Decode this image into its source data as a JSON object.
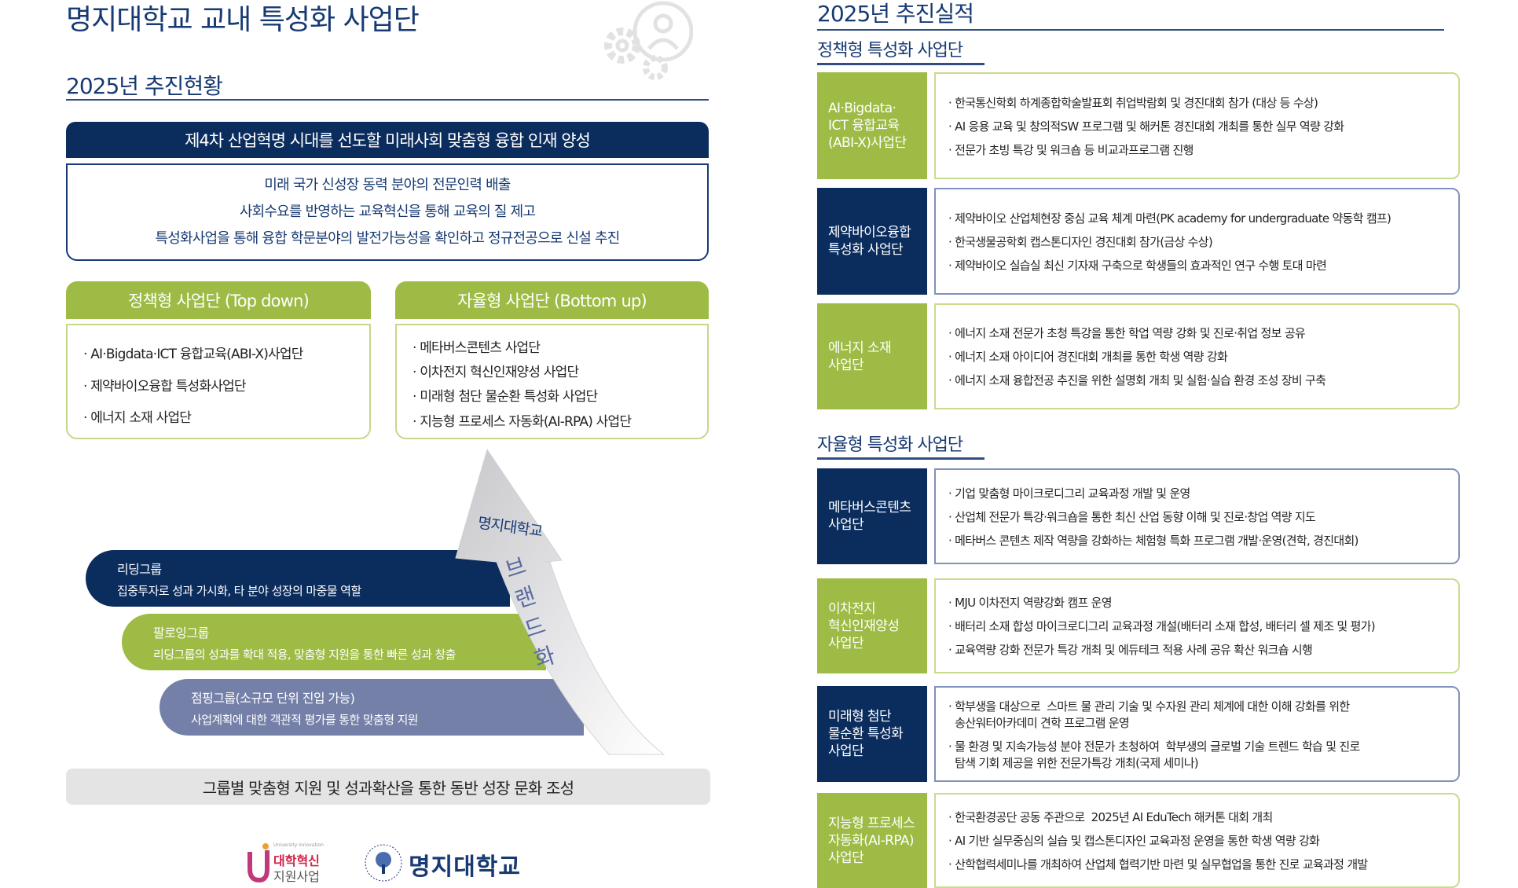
{
  "left": {
    "title": "명지대학교 교내 특성화 사업단",
    "subtitle": "2025년 추진현황",
    "banner": "제4차 산업혁명 시대를 선도할 미래사회 맞춤형 융합 인재 양성",
    "goals": [
      "미래 국가 신성장 동력 분야의 전문인력 배출",
      "사회수요를 반영하는 교육혁신을 통해 교육의 질 제고",
      "특성화사업을 통해 융합 학문분야의 발전가능성을 확인하고 정규전공으로 신설 추진"
    ],
    "policy": {
      "title": "정책형 사업단  (Top down)",
      "items": [
        "· AI·Bigdata·ICT 융합교육(ABI-X)사업단",
        "· 제약바이오융합 특성화사업단",
        "· 에너지 소재 사업단"
      ]
    },
    "autonomous": {
      "title": "자율형 사업단  (Bottom up)",
      "items": [
        "· 메타버스콘텐츠 사업단",
        "· 이차전지 혁신인재양성 사업단",
        "· 미래형 첨단 물순환 특성화 사업단",
        "· 지능형 프로세스 자동화(AI-RPA) 사업단"
      ]
    },
    "arrow": {
      "top": "명지대학교",
      "body": "브랜드화"
    },
    "groups": [
      {
        "title": "리딩그룹",
        "desc": "집중투자로 성과 가시화, 타 분야 성장의 마중물 역할"
      },
      {
        "title": "팔로잉그룹",
        "desc": "리딩그룹의 성과를 확대 적용, 맞춤형 지원을 통한 빠른 성과 창출"
      },
      {
        "title": "점핑그룹(소규모 단위 진입 가능)",
        "desc": "사업계획에 대한 객관적 평가를 통한 맞춤형 지원"
      }
    ],
    "footer": "그룹별 맞춤형 지원 및 성과확산을 통한 동반 성장 문화 조성",
    "logos": {
      "ui_small": "University Innovation",
      "ui_line1": "대학혁신",
      "ui_line2": "지원사업",
      "mju": "명지대학교"
    }
  },
  "right": {
    "title": "2025년 추진실적",
    "policy_title": "정책형 특성화 사업단",
    "auto_title": "자율형 특성화 사업단",
    "policy_rows": [
      {
        "label": "AI·Bigdata·\nICT 융합교육\n(ABI-X)사업단",
        "items": [
          "· 한국통신학회 하계종합학술발표회 취업박람회 및 경진대회 참가 (대상 등 수상)",
          "· AI 응용 교육 및 창의적SW 프로그램 및 해커톤 경진대회 개최를 통한 실무 역량 강화",
          "· 전문가 초빙 특강 및 워크숍 등 비교과프로그램 진행"
        ]
      },
      {
        "label": "제약바이오융합\n특성화 사업단",
        "items": [
          "· 제약바이오 산업체현장 중심 교육 체계 마련(PK academy for undergraduate 약동학 캠프)",
          "· 한국생물공학회 캡스톤디자인 경진대회 참가(금상 수상)",
          "· 제약바이오 실습실 최신 기자재 구축으로 학생들의 효과적인 연구 수행 토대 마련"
        ]
      },
      {
        "label": "에너지 소재\n사업단",
        "items": [
          "· 에너지 소재 전문가 초청 특강을 통한 학업 역량 강화 및 진로·취업 정보 공유",
          "· 에너지 소재 아이디어 경진대회 개최를 통한 학생 역량 강화",
          "· 에너지 소재 융합전공 추진을 위한 설명회 개최 및 실험·실습 환경 조성 장비 구축"
        ]
      }
    ],
    "auto_rows": [
      {
        "label": "메타버스콘텐츠\n사업단",
        "items": [
          "· 기업 맞춤형 마이크로디그리 교육과정 개발 및 운영",
          "· 산업체 전문가 특강·워크숍을 통한 최신 산업 동향 이해 및 진로·창업 역량 지도",
          "· 메타버스 콘텐츠 제작 역량을 강화하는 체험형 특화 프로그램 개발·운영(견학, 경진대회)"
        ]
      },
      {
        "label": "이차전지\n혁신인재양성\n사업단",
        "items": [
          "· MJU 이차전지 역량강화 캠프 운영",
          "· 배터리 소재 합성 마이크로디그리 교육과정 개설(배터리 소재 합성, 배터리 셀 제조 및 평가)",
          "· 교육역량 강화 전문가 특강 개최 및 에듀테크 적용 사례 공유 확산 워크숍 시행"
        ]
      },
      {
        "label": "미래형 첨단\n물순환 특성화\n사업단",
        "items": [
          "· 학부생을 대상으로  스마트 물 관리 기술 및 수자원 관리 체계에 대한 이해 강화를 위한\n  송산워터아카데미 견학 프로그램 운영",
          "· 물 환경 및 지속가능성 분야 전문가 초청하여  학부생의 글로벌 기술 트렌드 학습 및 진로\n  탐색 기회 제공을 위한 전문가특강 개최(국제 세미나)"
        ]
      },
      {
        "label": "지능형 프로세스\n자동화(AI-RPA)\n사업단",
        "items": [
          "· 한국환경공단 공동 주관으로  2025년 AI EduTech 해커톤 대회 개최",
          "· AI 기반 실무중심의 실습 및 캡스톤디자인 교육과정 운영을 통한 학생 역량 강화",
          "· 산학협력세미나를 개최하여 산업체 협력기반 마련 및 실무협업을 통한 진로 교육과정 개발"
        ]
      }
    ]
  },
  "colors": {
    "navy": "#0b2d5e",
    "green": "#9dbb45",
    "slate": "#7480a8"
  }
}
